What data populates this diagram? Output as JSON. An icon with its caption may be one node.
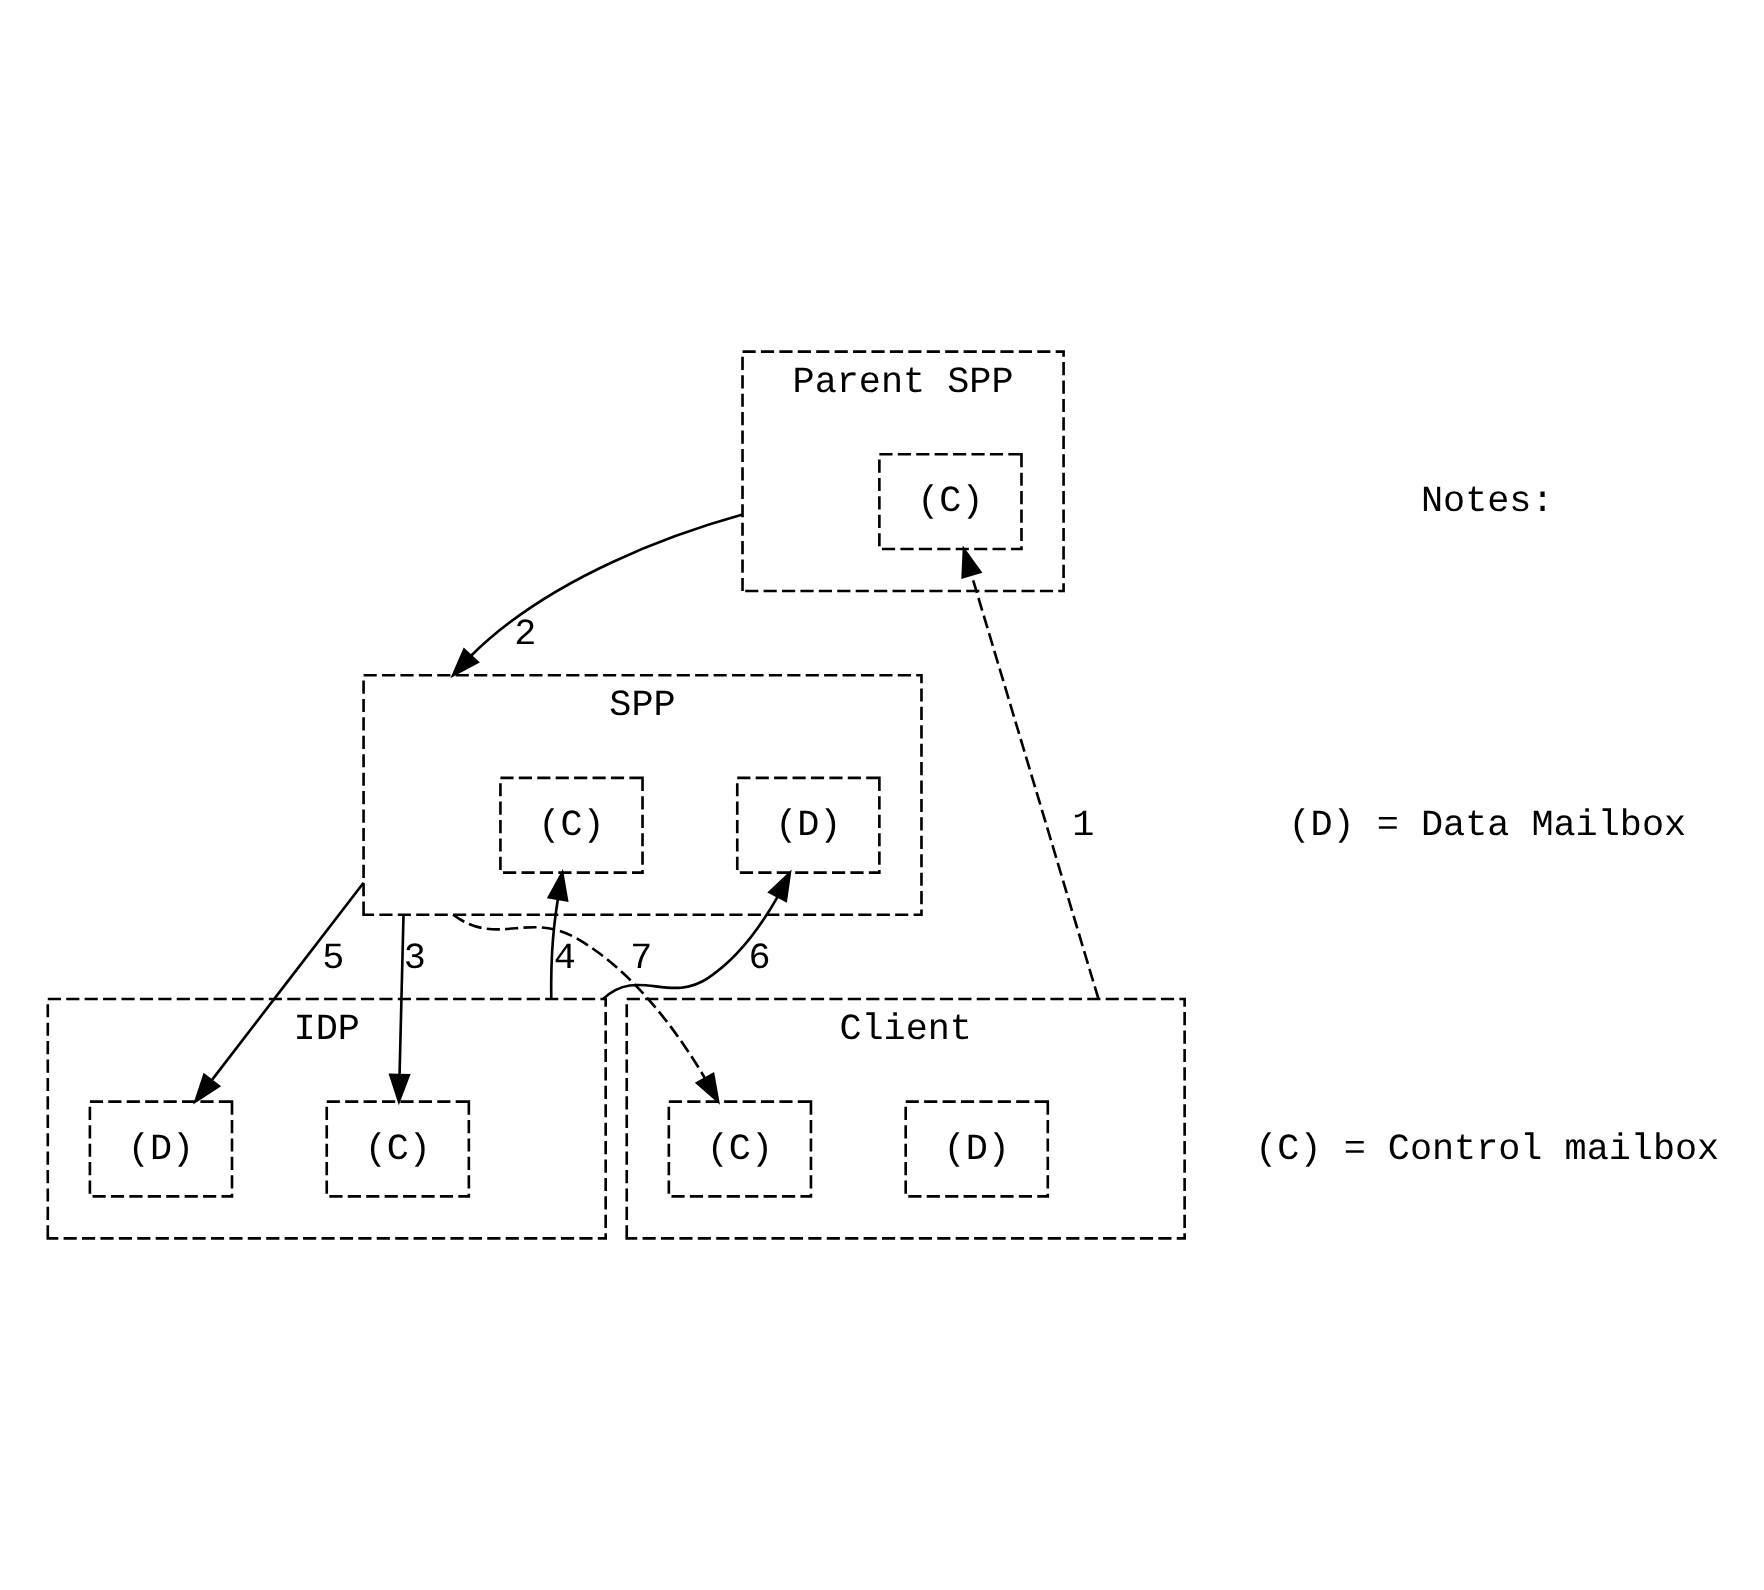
{
  "diagram": {
    "nodes": [
      {
        "text": [
          "Parent SPP"
        ]
      },
      {
        "text": [
          "(C)"
        ],
        "in": 0
      },
      {
        "text": [
          "Client"
        ]
      },
      {
        "text": [
          "(D)"
        ],
        "in": 2
      },
      {
        "text": [
          "(C)"
        ],
        "in": 2
      },
      {
        "text": [
          "SPP"
        ]
      },
      {
        "text": [
          "(C)"
        ],
        "in": 5
      },
      {
        "text": [
          "(D)"
        ],
        "in": 5
      },
      {
        "text": [
          "IDP"
        ]
      },
      {
        "text": [
          "(C)"
        ],
        "in": 8
      },
      {
        "text": [
          "(D)"
        ],
        "in": 8
      }
    ],
    "edges": [
      {
        "from": 2,
        "to": 1,
        "arrow": "to",
        "label": "1",
        "style": "dashed"
      },
      {
        "from": 0,
        "to": 5,
        "arrow": "to",
        "label": "2"
      },
      {
        "from": 5,
        "to": 9,
        "arrow": "to",
        "label": "3"
      },
      {
        "from": 8,
        "to": 6,
        "arrow": "to",
        "label": "4"
      },
      {
        "from": 5,
        "to": 10,
        "arrow": "to",
        "label": "5"
      },
      {
        "from": 8,
        "to": 7,
        "arrow": "to",
        "label": "6"
      },
      {
        "from": 5,
        "to": 4,
        "arrow": "to",
        "label": "7",
        "style": "dashed"
      }
    ],
    "labels": [
      "Notes:",
      "(D) = Data Mailbox",
      "(C) = Control mailbox"
    ]
  }
}
